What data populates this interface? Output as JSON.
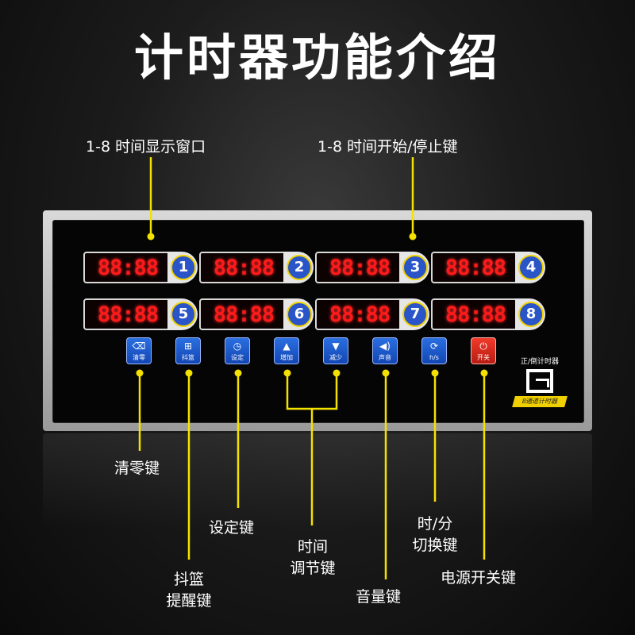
{
  "title": "计时器功能介绍",
  "callouts": {
    "display_window": "1-8 时间显示窗口",
    "start_stop": "1-8 时间开始/停止键",
    "clear": "清零键",
    "basket_line1": "抖篮",
    "basket_line2": "提醒键",
    "set": "设定键",
    "adjust_line1": "时间",
    "adjust_line2": "调节键",
    "sound": "音量键",
    "hs_line1": "时/分",
    "hs_line2": "切换键",
    "power": "电源开关键"
  },
  "timers": [
    {
      "display": "88:88",
      "number": "1"
    },
    {
      "display": "88:88",
      "number": "2"
    },
    {
      "display": "88:88",
      "number": "3"
    },
    {
      "display": "88:88",
      "number": "4"
    },
    {
      "display": "88:88",
      "number": "5"
    },
    {
      "display": "88:88",
      "number": "6"
    },
    {
      "display": "88:88",
      "number": "7"
    },
    {
      "display": "88:88",
      "number": "8"
    }
  ],
  "keys": [
    {
      "label": "清零",
      "icon": "broom-icon",
      "glyph": "⌫"
    },
    {
      "label": "抖篮",
      "icon": "basket-icon",
      "glyph": "⊞"
    },
    {
      "label": "设定",
      "icon": "clock-icon",
      "glyph": "◷"
    },
    {
      "label": "增加",
      "icon": "arrow-up-icon",
      "glyph": "▲"
    },
    {
      "label": "减少",
      "icon": "arrow-down-icon",
      "glyph": "▼"
    },
    {
      "label": "声音",
      "icon": "speaker-icon",
      "glyph": "◀)"
    },
    {
      "label": "h/s",
      "icon": "refresh-icon",
      "glyph": "⟳"
    },
    {
      "label": "开关",
      "icon": "power-icon",
      "glyph": "⏻"
    }
  ],
  "brand": {
    "mode_text": "正/倒计时器",
    "tagline": "8通道计时器"
  },
  "colors": {
    "display_red": "#ff1a1a",
    "key_blue": "#1a5bd6",
    "power_red": "#e02a1e",
    "callout_yellow": "#f5e100"
  }
}
